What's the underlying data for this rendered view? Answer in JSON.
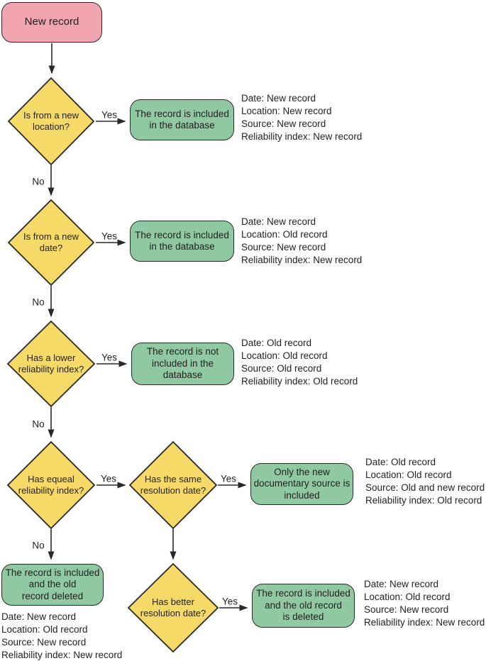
{
  "flowchart": {
    "start": {
      "label": "New record"
    },
    "edge_labels": {
      "yes": "Yes",
      "no": "No"
    },
    "decisions": [
      {
        "id": "new-location",
        "label": "Is from a new\nlocation?"
      },
      {
        "id": "new-date",
        "label": "Is from a new\ndate?"
      },
      {
        "id": "lower-reliability",
        "label": "Has a lower\nreliability index?"
      },
      {
        "id": "equal-reliability",
        "label": "Has equeal\nreliability index?"
      },
      {
        "id": "same-resolution",
        "label": "Has the same\nresolution date?"
      },
      {
        "id": "better-resolution",
        "label": "Has better\nresolution date?"
      }
    ],
    "outcomes": [
      {
        "id": "included-db-1",
        "label": "The record is included\nin the database"
      },
      {
        "id": "included-db-2",
        "label": "The record is included\nin the database"
      },
      {
        "id": "not-included",
        "label": "The record is not\nincluded in the\ndatabase"
      },
      {
        "id": "only-new-source",
        "label": "Only the new\ndocumentary source is\nincluded"
      },
      {
        "id": "included-old-deleted",
        "label": "The record is included\nand the old\nrecord deleted"
      },
      {
        "id": "included-old-is-deleted",
        "label": "The record is included\nand the old record\nis deleted"
      }
    ],
    "annotations": [
      {
        "lines": [
          "Date: New record",
          "Location: New record",
          "Source: New record",
          "Reliability index: New record"
        ]
      },
      {
        "lines": [
          "Date: New record",
          "Location: Old record",
          "Source: New record",
          "Reliability index: New record"
        ]
      },
      {
        "lines": [
          "Date: Old record",
          "Location: Old record",
          "Source: Old record",
          "Reliability index: Old record"
        ]
      },
      {
        "lines": [
          "Date: Old record",
          "Location: Old record",
          "Source: Old and new record",
          "Reliability index: Old record"
        ]
      },
      {
        "lines": [
          "Date: New record",
          "Location: Old record",
          "Source: New record",
          "Reliability index: New record"
        ]
      },
      {
        "lines": [
          "Date: New record",
          "Location: Old record",
          "Source: New record",
          "Reliability index: New record"
        ]
      }
    ],
    "colors": {
      "start_fill": "#F2A4B0",
      "decision_fill": "#F5DA68",
      "outcome_fill": "#90C8A2",
      "stroke": "#2B2828",
      "text": "#231F20",
      "background": "#FFFFFF"
    }
  }
}
